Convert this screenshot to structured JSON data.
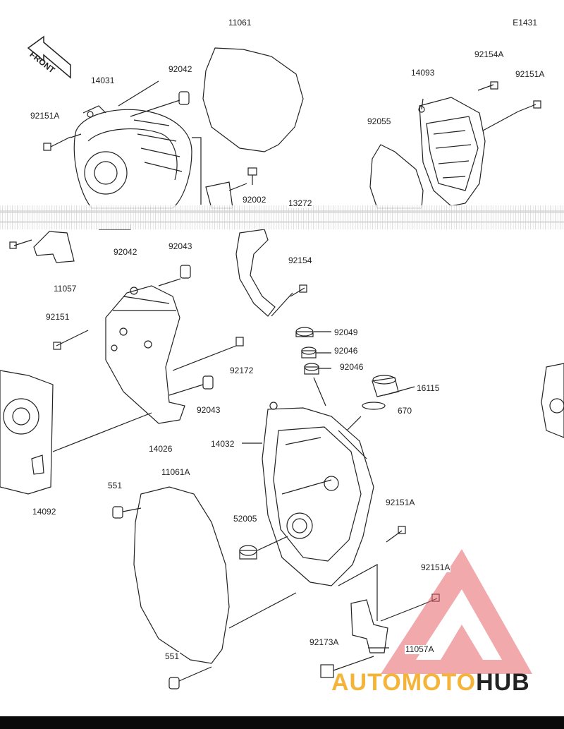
{
  "diagram_code": "E1431",
  "front_label": "FRONT",
  "watermark": {
    "part1": "AUTOMOTO",
    "part2": "HUB",
    "accent_color": "#f4b43a",
    "logo_color": "#e8636a"
  },
  "labels": {
    "p11061": "11061",
    "p92042a": "92042",
    "p14031": "14031",
    "p92151a_top": "92151A",
    "p92002": "92002",
    "p13272": "13272",
    "p92042b": "92042",
    "p11057": "11057",
    "p92154a": "92154A",
    "p92151a_right": "92151A",
    "p14093": "14093",
    "p92055": "92055",
    "p92043a": "92043",
    "p92154": "92154",
    "p92151": "92151",
    "p92172": "92172",
    "p92043b": "92043",
    "p14026": "14026",
    "p92049": "92049",
    "p92046a": "92046",
    "p92046b": "92046",
    "p16115": "16115",
    "p670": "670",
    "p14032": "14032",
    "p14092": "14092",
    "p551a": "551",
    "p11061a": "11061A",
    "p52005": "52005",
    "p92151a_mid": "92151A",
    "p92151a_low": "92151A",
    "p92173a": "92173A",
    "p11057a": "11057A",
    "p551b": "551"
  }
}
